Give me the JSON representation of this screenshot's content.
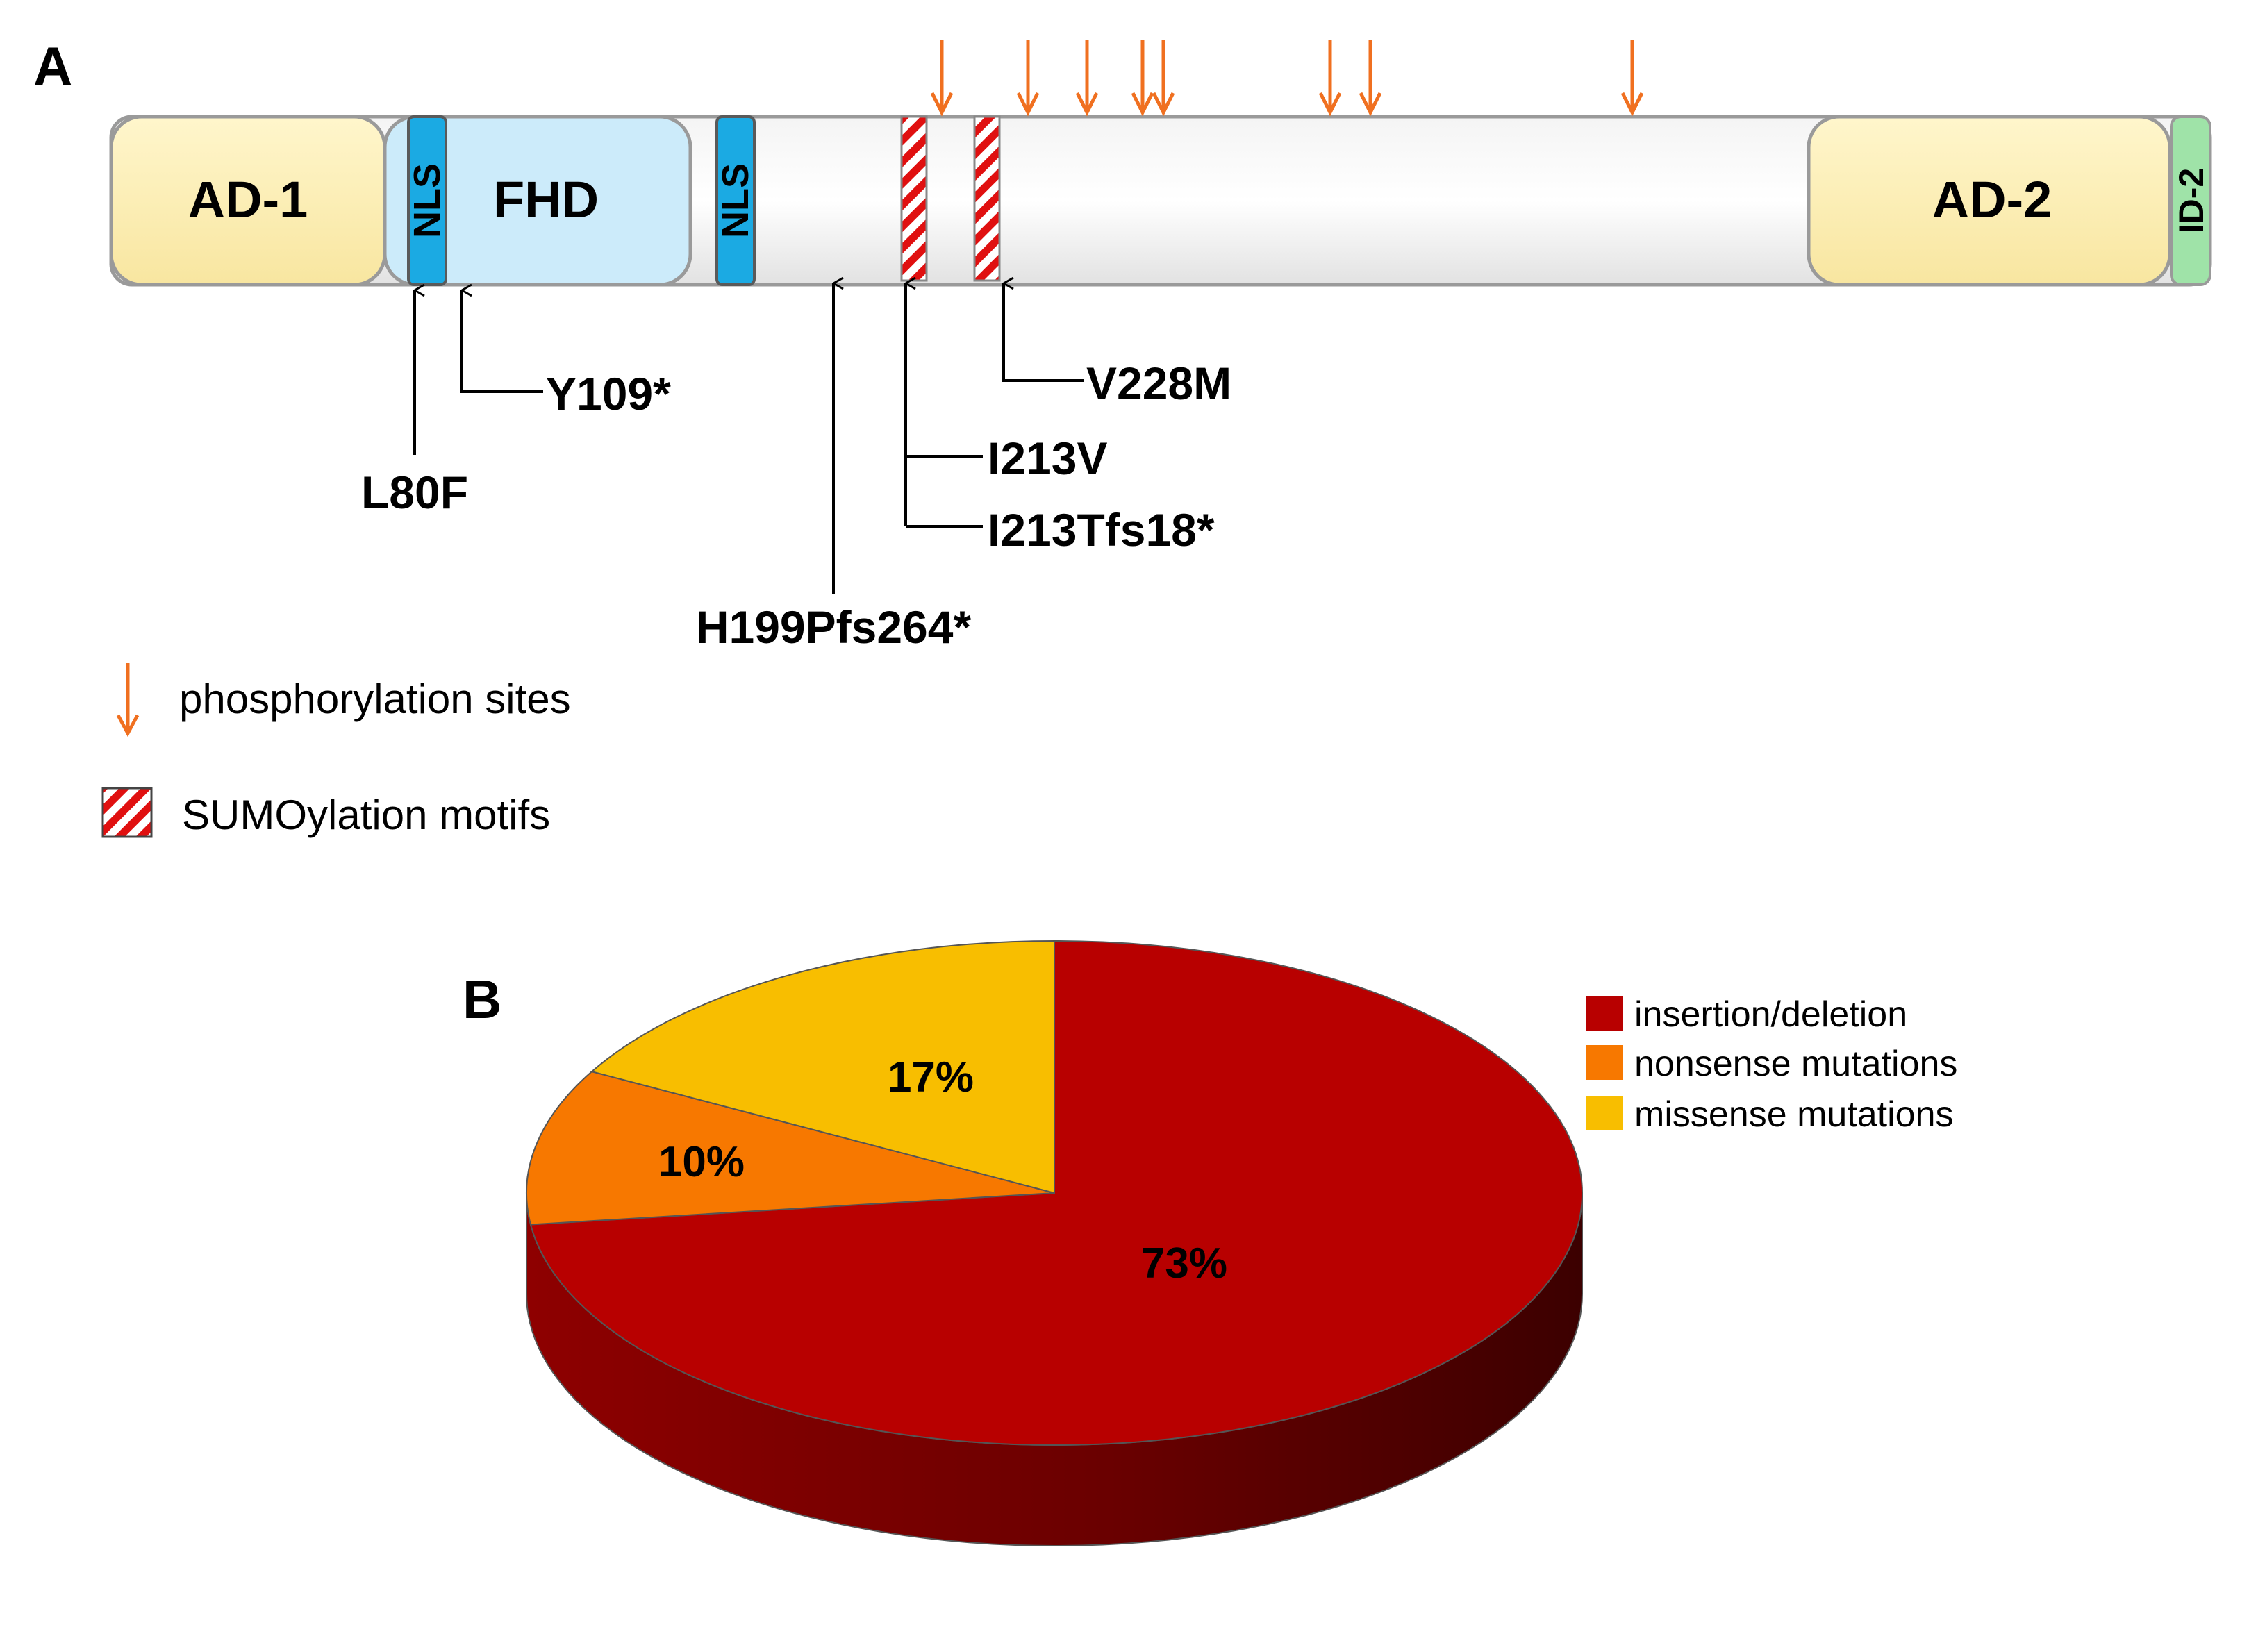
{
  "panel_a": {
    "panel_label": "A",
    "domains": {
      "ad1": "AD-1",
      "fhd": "FHD",
      "nls1": "NLS",
      "nls2": "NLS",
      "ad2": "AD-2",
      "id2": "ID-2"
    },
    "phosphorylation_site_count": 8,
    "sumoylation_motif_count": 2,
    "mutations": [
      {
        "name": "L80F"
      },
      {
        "name": "Y109*"
      },
      {
        "name": "H199Pfs264*"
      },
      {
        "name": "I213V"
      },
      {
        "name": "I213Tfs18*"
      },
      {
        "name": "V228M"
      }
    ],
    "legend": {
      "phosphorylation": "phosphorylation sites",
      "sumoylation": "SUMOylation motifs"
    },
    "colors": {
      "ad_fill": "#FDEFB2",
      "fhd_fill": "#CCEBFA",
      "nls_fill": "#1BAAE3",
      "id2_fill": "#9FE3A8",
      "arrow_orange": "#F07020",
      "sumo_red": "#E01010"
    }
  },
  "panel_b": {
    "panel_label": "B",
    "chart_data": {
      "type": "pie",
      "title": "",
      "slices": [
        {
          "label": "insertion/deletion",
          "value": 73,
          "display": "73%",
          "color": "#B80000"
        },
        {
          "label": "nonsense mutations",
          "value": 10,
          "display": "10%",
          "color": "#F77800"
        },
        {
          "label": "missense mutations",
          "value": 17,
          "display": "17%",
          "color": "#F8BE00"
        }
      ],
      "legend_position": "top-right",
      "style": "3d"
    }
  }
}
